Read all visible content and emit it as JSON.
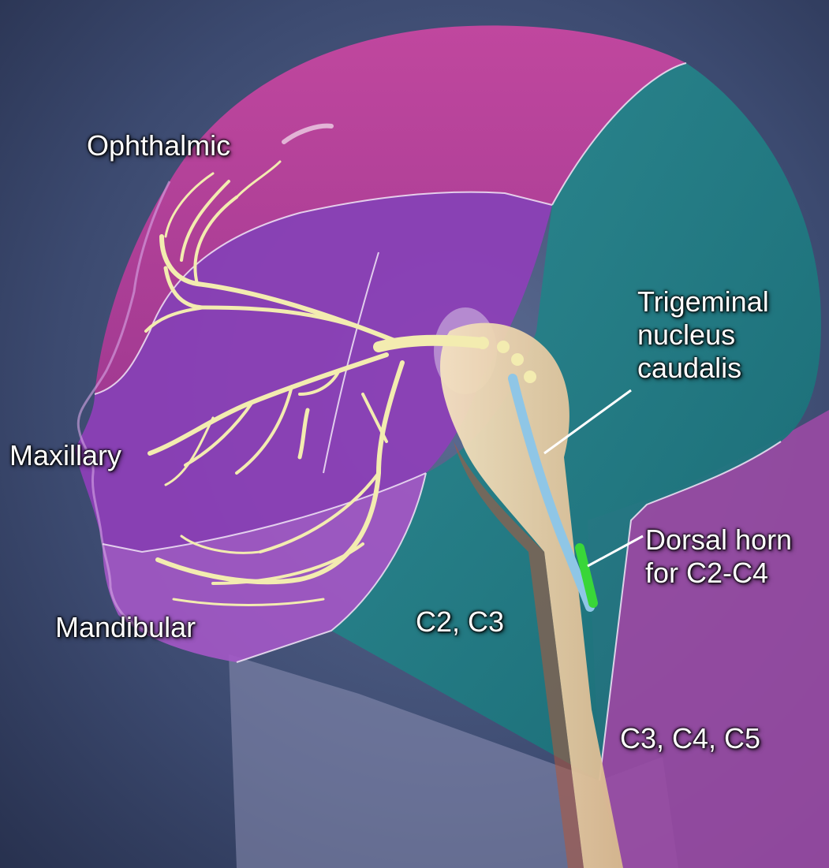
{
  "labels": {
    "ophthalmic": "Ophthalmic",
    "maxillary": "Maxillary",
    "mandibular": "Mandibular",
    "trigeminal": [
      "Trigeminal",
      "nucleus",
      "caudalis"
    ],
    "dorsal_horn": [
      "Dorsal horn",
      "for C2-C4"
    ],
    "c2_c3": "C2, C3",
    "c3_c4_c5": "C3, C4, C5"
  },
  "colors": {
    "background": "#3a4a6e",
    "ophthalmic_region": "#b23f98",
    "maxillary_region": "#8e3fb8",
    "mandibular_region": "#a458c6",
    "c2_c3_region": "#1f7f86",
    "c3_c5_region": "#9a4aa4",
    "nerve": "#f3ecb0",
    "brainstem": "#efd9b6",
    "nucleus_tract": "#8fc6e6",
    "dorsal_horn": "#39d639"
  }
}
